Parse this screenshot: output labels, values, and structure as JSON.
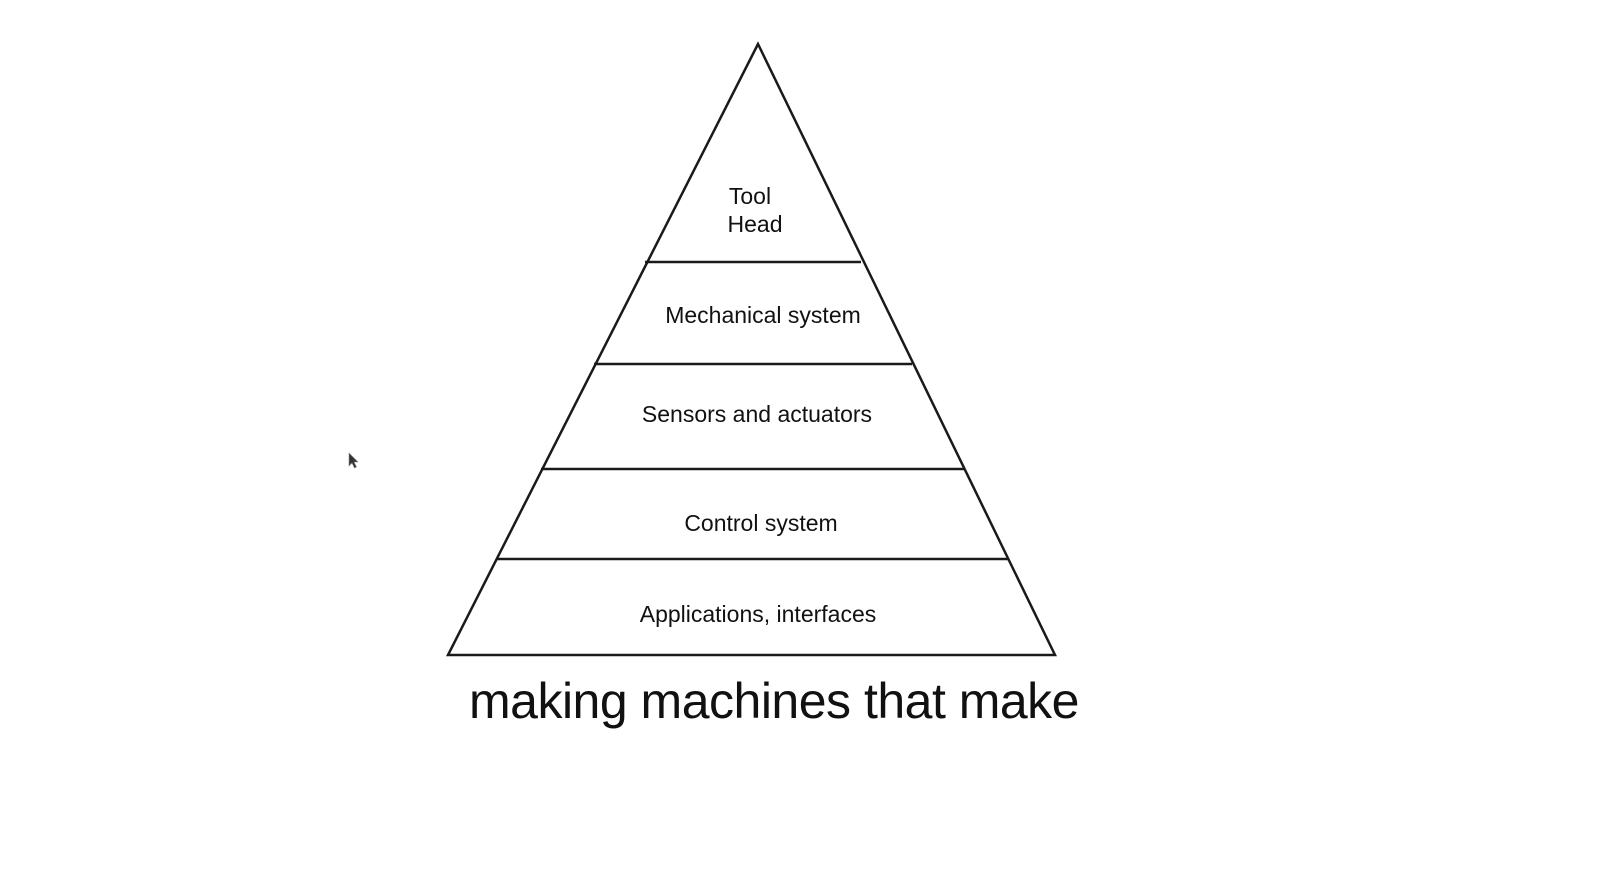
{
  "diagram": {
    "layers": [
      {
        "lines": [
          "Tool",
          "Head"
        ]
      },
      {
        "lines": [
          "Mechanical system"
        ]
      },
      {
        "lines": [
          "Sensors and actuators"
        ]
      },
      {
        "lines": [
          "Control system"
        ]
      },
      {
        "lines": [
          "Applications, interfaces"
        ]
      }
    ],
    "caption": "making machines that make",
    "line_color": "#1a1a1a",
    "background_color": "#ffffff"
  },
  "cursor": {
    "icon": "mouse-pointer-icon"
  }
}
